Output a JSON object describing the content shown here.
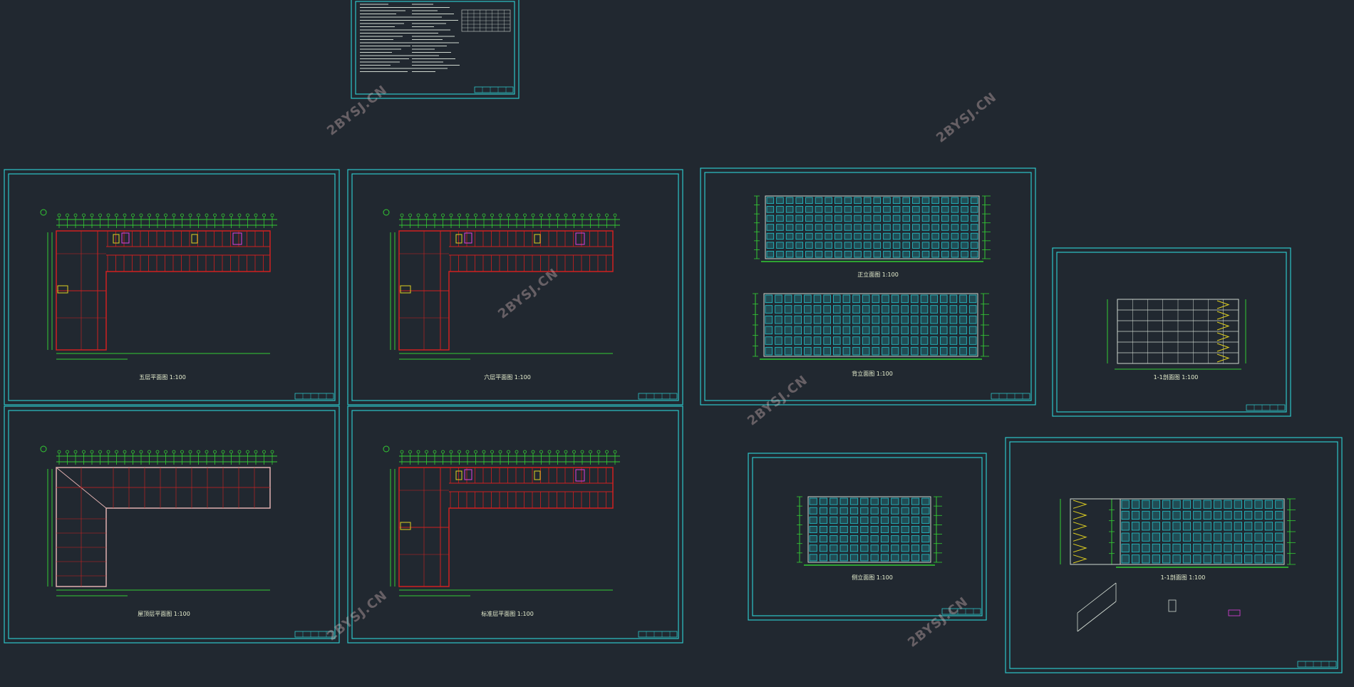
{
  "watermark_text": "2BYSJ.CN",
  "colors": {
    "background": "#212830",
    "frame": "#2ec4c8",
    "dim": "#33cc33",
    "wall": "#d02020",
    "facade": "#23b8c0",
    "label": "#e8f0d0"
  },
  "sheets": {
    "floor_plan_typical": {
      "title": "五层平面图 1:100"
    },
    "floor_plan_six": {
      "title": "六层平面图 1:100"
    },
    "roof_plan": {
      "title": "屋顶层平面图 1:100"
    },
    "floor_plan_other": {
      "title": "标准层平面图 1:100"
    },
    "south_elevation": {
      "title": "正立面图 1:100"
    },
    "north_elevation": {
      "title": "背立面图 1:100"
    },
    "section_1": {
      "title": "1-1剖面图 1:100"
    },
    "side_elevation": {
      "title": "侧立面图 1:100"
    },
    "section_2": {
      "title": "1-1剖面图 1:100"
    }
  }
}
